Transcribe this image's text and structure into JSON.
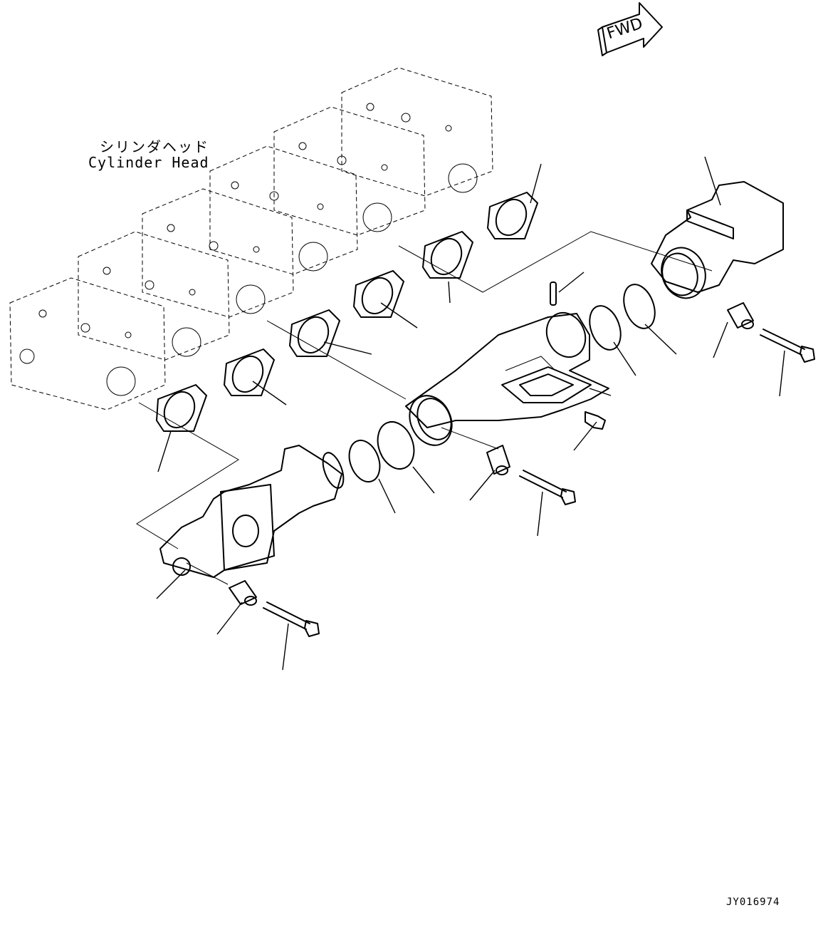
{
  "diagram": {
    "type": "exploded-parts-diagram",
    "subject": "Exhaust manifold assembly",
    "labels": {
      "cylinder_head_jp": "シリンダヘッド",
      "cylinder_head_en": "Cylinder Head",
      "direction_arrow": "FWD",
      "drawing_id": "JY016974"
    },
    "parts": [
      {
        "name": "cylinder-head-block",
        "count": 6
      },
      {
        "name": "manifold-gasket",
        "count": 6
      },
      {
        "name": "front-exhaust-manifold",
        "count": 1
      },
      {
        "name": "center-exhaust-manifold",
        "count": 1
      },
      {
        "name": "rear-exhaust-manifold",
        "count": 1
      },
      {
        "name": "seal-ring",
        "count": 4
      },
      {
        "name": "spacer",
        "count": 3
      },
      {
        "name": "bolt",
        "count": 3
      },
      {
        "name": "stud",
        "count": 1
      },
      {
        "name": "plug",
        "count": 2
      }
    ],
    "colors": {
      "line": "#000000",
      "background": "#ffffff"
    }
  }
}
